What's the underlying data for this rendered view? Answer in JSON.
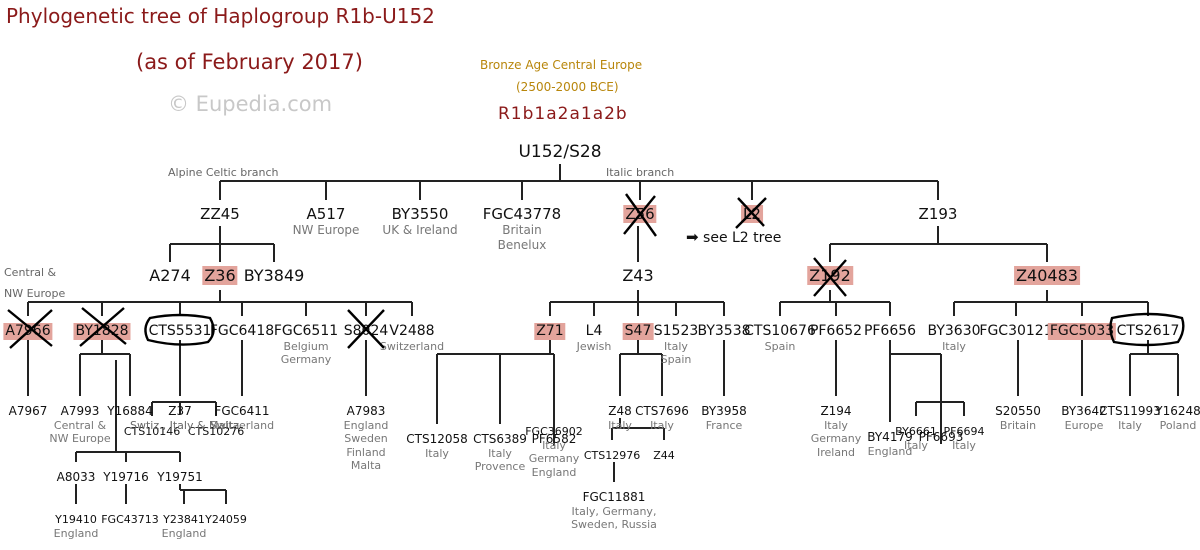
{
  "header": {
    "title": "Phylogenetic tree of Haplogroup R1b-U152",
    "subtitle": "(as of February 2017)",
    "copyright": "© Eupedia.com",
    "age_line1": "Bronze Age Central Europe",
    "age_line2": "(2500-2000 BCE)",
    "haplo_name": "R1b1a2a1a2b"
  },
  "root": {
    "label": "U152/S28"
  },
  "branch_notes": {
    "alpine": "Alpine Celtic branch",
    "italic": "Italic branch",
    "central": [
      "Central &",
      "NW Europe"
    ]
  },
  "level1": [
    {
      "label": "ZZ45",
      "regions": []
    },
    {
      "label": "A517",
      "regions": [
        "NW Europe"
      ]
    },
    {
      "label": "BY3550",
      "regions": [
        "UK & Ireland"
      ]
    },
    {
      "label": "FGC43778",
      "regions": [
        "Britain",
        "Benelux"
      ]
    },
    {
      "label": "Z56",
      "regions": [],
      "highlight": true
    },
    {
      "label": "L2",
      "regions": [],
      "highlight": true
    },
    {
      "label": "Z193",
      "regions": []
    }
  ],
  "see_tree": "see L2 tree",
  "level2": [
    {
      "label": "A274"
    },
    {
      "label": "Z36",
      "highlight": true
    },
    {
      "label": "BY3849"
    },
    {
      "label": "Z43"
    },
    {
      "label": "Z192",
      "highlight": true
    },
    {
      "label": "Z40483",
      "highlight": true
    }
  ],
  "level3": [
    {
      "label": "A7966",
      "highlight": true,
      "regions": []
    },
    {
      "label": "BY1828",
      "highlight": true,
      "regions": []
    },
    {
      "label": "CTS5531",
      "regions": []
    },
    {
      "label": "FGC6418",
      "regions": []
    },
    {
      "label": "FGC6511",
      "regions": [
        "Belgium",
        "Germany"
      ]
    },
    {
      "label": "S8024",
      "regions": []
    },
    {
      "label": "V2488",
      "regions": [
        "Switzerland"
      ]
    },
    {
      "label": "Z71",
      "highlight": true,
      "regions": []
    },
    {
      "label": "L4",
      "regions": [
        "Jewish"
      ]
    },
    {
      "label": "S47",
      "highlight": true,
      "regions": []
    },
    {
      "label": "S1523",
      "regions": [
        "Italy",
        "Spain"
      ]
    },
    {
      "label": "BY3538",
      "regions": []
    },
    {
      "label": "CTS10676",
      "regions": [
        "Spain"
      ]
    },
    {
      "label": "PF6652",
      "regions": []
    },
    {
      "label": "PF6656",
      "regions": []
    },
    {
      "label": "BY3630",
      "regions": [
        "Italy"
      ]
    },
    {
      "label": "FGC30121",
      "regions": []
    },
    {
      "label": "FGC5033",
      "highlight": true,
      "regions": []
    },
    {
      "label": "CTS2617",
      "regions": []
    }
  ],
  "level4": [
    {
      "label": "A7967",
      "regions": []
    },
    {
      "label": "A7993",
      "regions": [
        "Central &",
        "NW Europe"
      ]
    },
    {
      "label": "Y16884",
      "regions": []
    },
    {
      "label": "Z37",
      "regions": []
    },
    {
      "label": "FGC6411",
      "regions": [
        "Switzerland"
      ]
    },
    {
      "label": "A7983",
      "regions": [
        "England",
        "Sweden",
        "Finland",
        "Malta"
      ]
    },
    {
      "label": "CTS12058",
      "regions": [
        "Italy"
      ]
    },
    {
      "label": "CTS6389",
      "regions": [
        "Italy",
        "Provence"
      ]
    },
    {
      "label": "PF6582",
      "regions": []
    },
    {
      "label": "Z48",
      "regions": [
        "Italy"
      ]
    },
    {
      "label": "CTS7696",
      "regions": [
        "Italy"
      ]
    },
    {
      "label": "BY3958",
      "regions": [
        "France"
      ]
    },
    {
      "label": "Z194",
      "regions": [
        "Italy",
        "Germany",
        "Ireland"
      ]
    },
    {
      "label": "BY4179",
      "regions": [
        "England"
      ]
    },
    {
      "label": "PF6693",
      "regions": []
    },
    {
      "label": "S20550",
      "regions": [
        "Britain"
      ]
    },
    {
      "label": "BY3642",
      "regions": [
        "Europe"
      ]
    },
    {
      "label": "CTS11993",
      "regions": [
        "Italy"
      ]
    },
    {
      "label": "Y16248",
      "regions": [
        "Poland"
      ]
    }
  ],
  "level5": [
    {
      "label": "CTS10146",
      "regions": []
    },
    {
      "label": "CTS10276",
      "regions": []
    },
    {
      "label": "FGC36902",
      "regions": [
        "Italy",
        "Germany",
        "England"
      ]
    },
    {
      "label": "CTS12976",
      "regions": []
    },
    {
      "label": "Z44",
      "regions": []
    },
    {
      "label": "BY6661",
      "regions": [
        "Italy"
      ]
    },
    {
      "label": "PF6694",
      "regions": [
        "Italy"
      ]
    }
  ],
  "z37_note": "Swtiz., Italy & Malta",
  "level6": [
    {
      "label": "A8033"
    },
    {
      "label": "Y19716"
    },
    {
      "label": "Y19751"
    },
    {
      "label": "FGC11881",
      "regions": [
        "Italy, Germany,",
        "Sweden, Russia"
      ]
    }
  ],
  "level7": [
    {
      "label": "Y19410",
      "regions": [
        "England"
      ]
    },
    {
      "label": "FGC43713",
      "regions": []
    },
    {
      "label": "Y23841",
      "regions": [
        "England"
      ]
    },
    {
      "label": "Y24059",
      "regions": []
    }
  ],
  "colors": {
    "highlight": "#e3a49c",
    "title": "#8b1a1a",
    "age": "#b8860b",
    "copyright": "#c8c8c8"
  }
}
